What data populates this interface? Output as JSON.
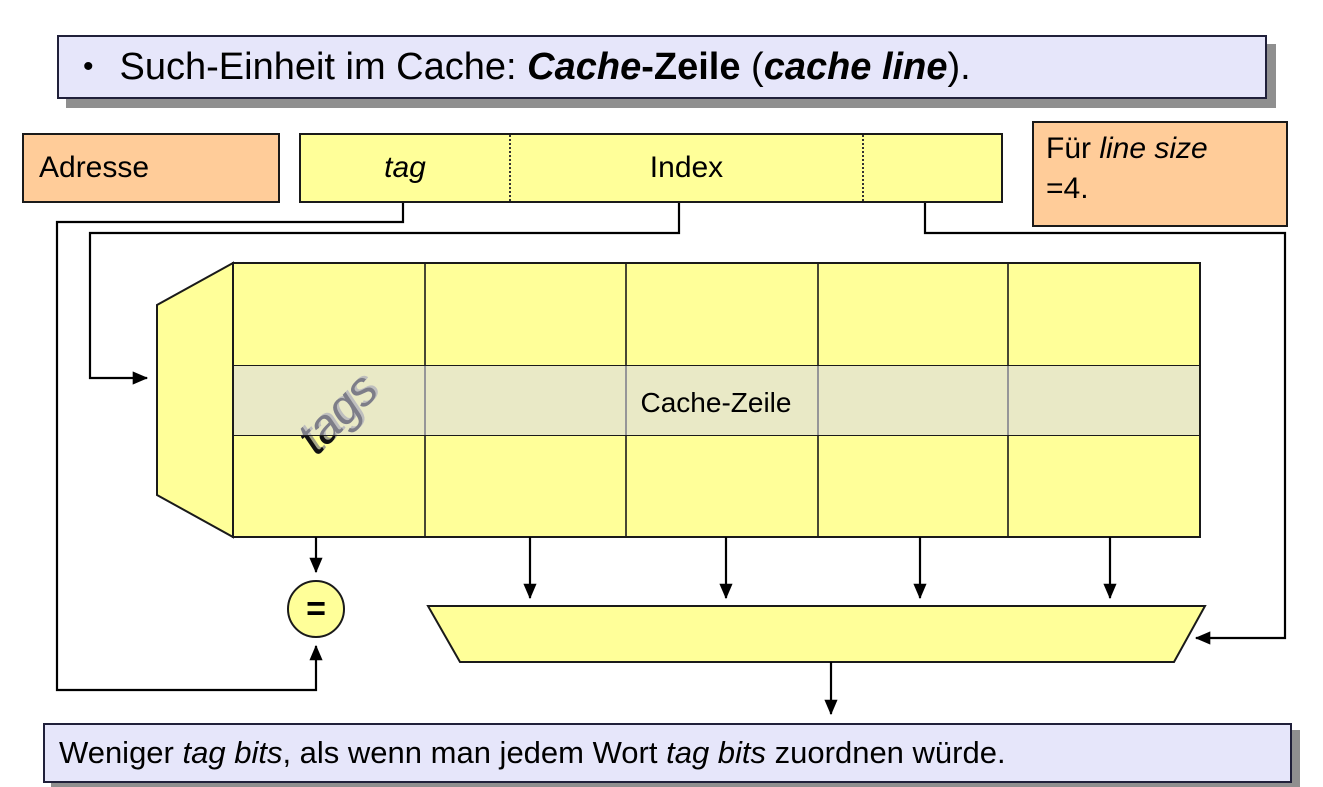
{
  "title": {
    "bullet": "•",
    "runs": [
      "Such-Einheit im Cache: ",
      "Cache",
      "-Zeile",
      " (",
      "cache line",
      ")."
    ]
  },
  "address_box": {
    "label": "Adresse"
  },
  "address_field": {
    "tag_label": "tag",
    "index_label": "Index"
  },
  "note_box": {
    "line1_runs": [
      "Für ",
      "line size"
    ],
    "line2": "=4."
  },
  "cache": {
    "tags_label": "tags",
    "row_label": "Cache-Zeile"
  },
  "comparator": {
    "symbol": "="
  },
  "footer": {
    "runs": [
      "Weniger ",
      "tag bits",
      ", als wenn man jedem Wort ",
      "tag bits",
      " zuordnen würde."
    ]
  },
  "colors": {
    "panel_lavender": "#e6e6fa",
    "box_orange": "#ffcc99",
    "cache_yellow": "#ffff99",
    "band_overlay": "#ededc6",
    "shadow_gray": "#8f8f8f",
    "line_black": "#000000"
  }
}
